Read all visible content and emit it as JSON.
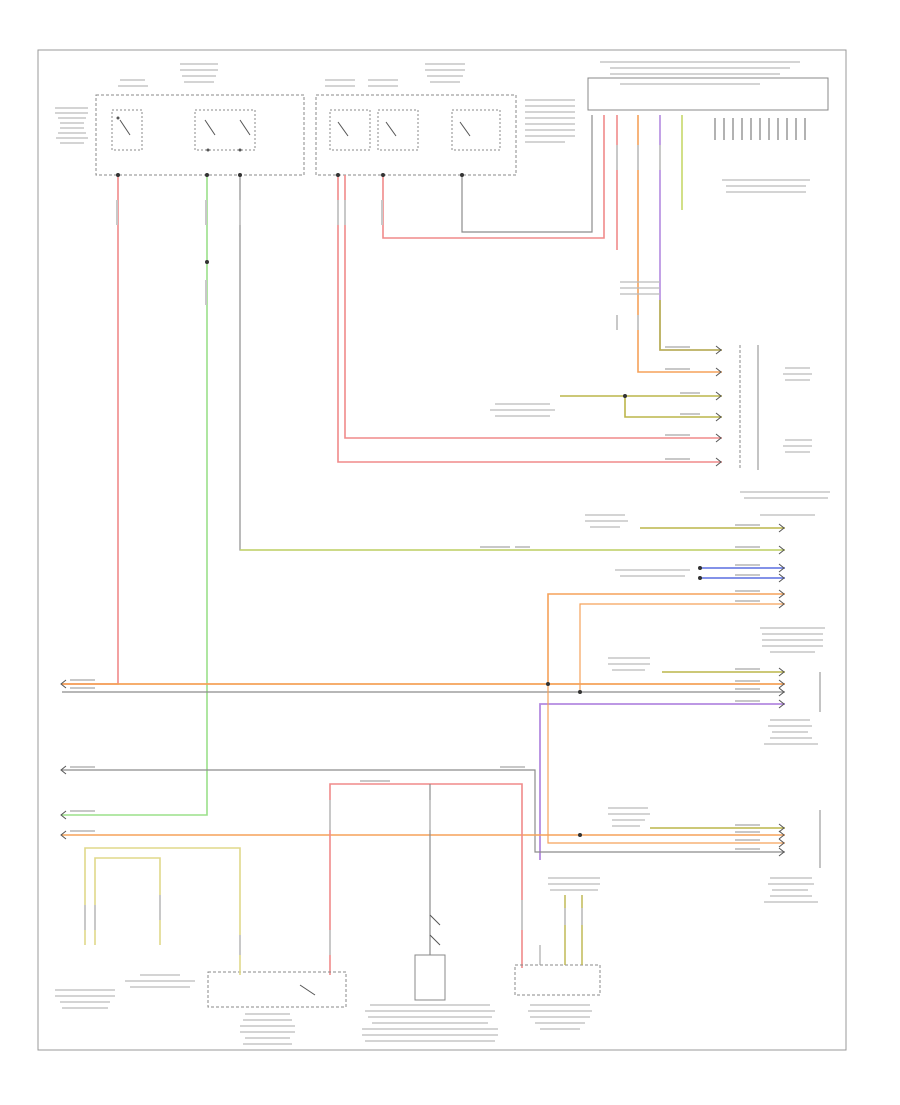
{
  "page": {
    "footer_code": ""
  },
  "wire_colors": {
    "red": "#f08a8a",
    "orange": "#f5a25a",
    "green": "#9be08a",
    "gray": "#8c8c8c",
    "olive": "#bcb54a",
    "violet": "#b48ae0",
    "blue": "#5a6ee0",
    "yellowgreen": "#c6d86a",
    "black": "#333333"
  },
  "components": [
    "fuse-block-left",
    "fuse-block-center",
    "control-module-top-right",
    "instrument-cluster",
    "bottom-relay-box",
    "brake-switch-box",
    "clock-spring-box",
    "right-sensor-upper",
    "right-sensor-lower"
  ]
}
